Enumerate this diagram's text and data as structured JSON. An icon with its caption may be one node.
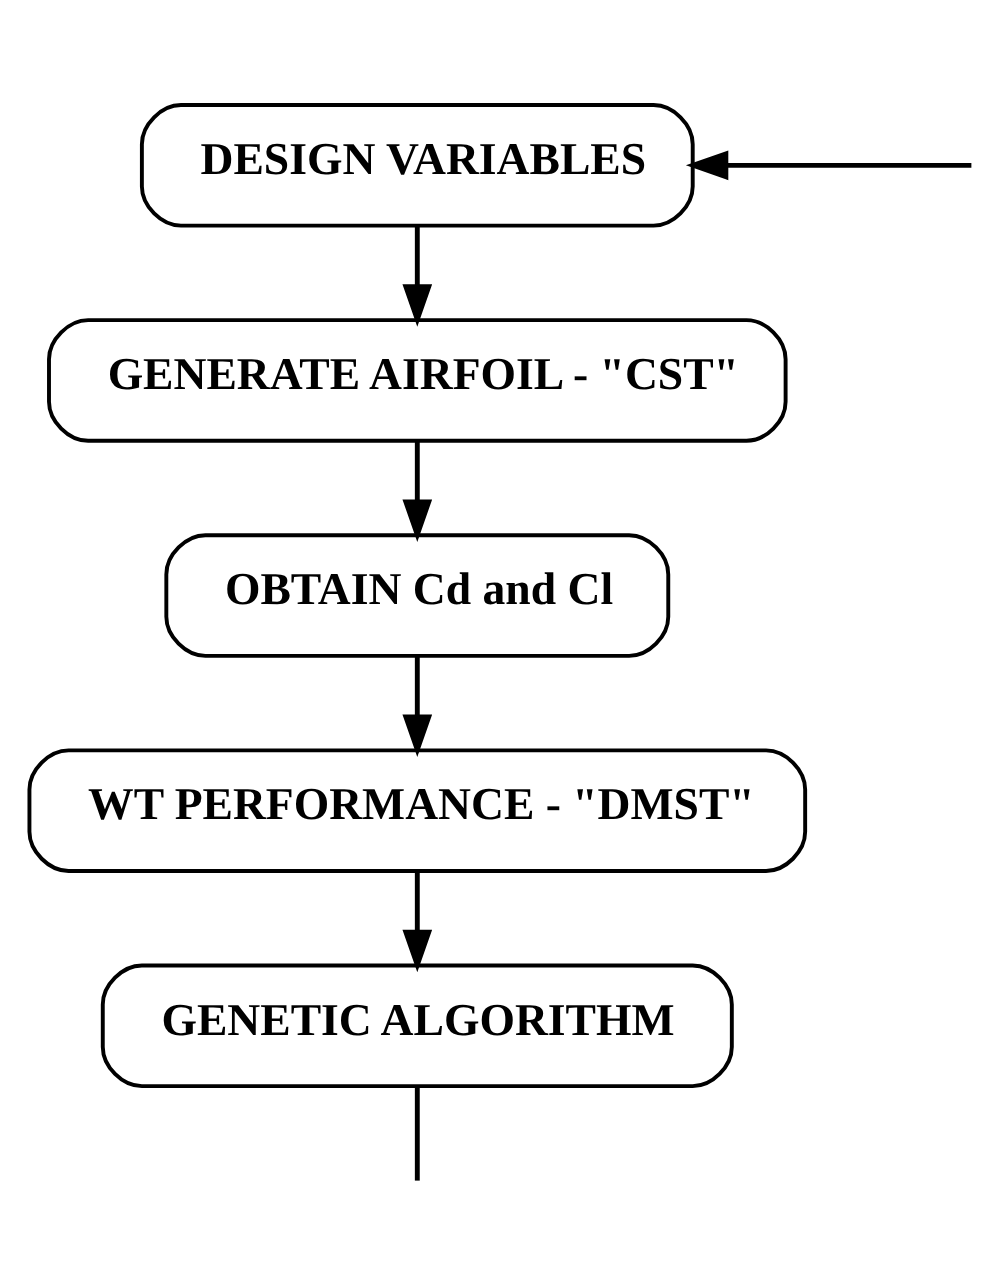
{
  "diagram": {
    "nodes": [
      {
        "text": [
          "DESIGN VARIABLES"
        ]
      },
      {
        "text": [
          "GENERATE AIRFOIL - \"CST\""
        ]
      },
      {
        "text": [
          "OBTAIN Cd and Cl"
        ]
      },
      {
        "text": [
          "WT PERFORMANCE - \"DMST\""
        ]
      },
      {
        "text": [
          "GENETIC ALGORITHM"
        ]
      }
    ],
    "edges": [
      {
        "from": null,
        "to": 0,
        "arrow": "to"
      },
      {
        "from": 0,
        "to": 1,
        "arrow": "to"
      },
      {
        "from": 1,
        "to": 2,
        "arrow": "to"
      },
      {
        "from": 2,
        "to": 3,
        "arrow": "to"
      },
      {
        "from": 3,
        "to": 4,
        "arrow": "to"
      },
      {
        "from": 4,
        "to": null,
        "arrow": "none"
      }
    ]
  }
}
